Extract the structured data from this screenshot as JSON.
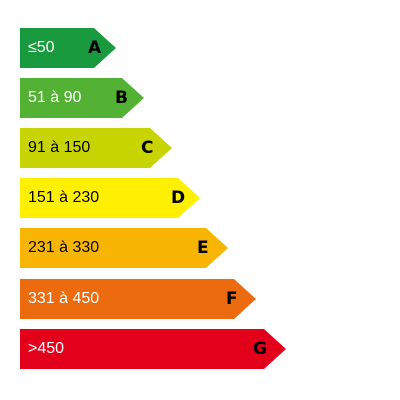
{
  "bands": [
    {
      "range": "≤50",
      "letter": "A",
      "color": "#1a9a3e",
      "text_color": "#ffffff"
    },
    {
      "range": "51 à 90",
      "letter": "B",
      "color": "#53b134",
      "text_color": "#ffffff"
    },
    {
      "range": "91 à 150",
      "letter": "C",
      "color": "#c7d400",
      "text_color": "#000000"
    },
    {
      "range": "151 à 230",
      "letter": "D",
      "color": "#ffef00",
      "text_color": "#000000"
    },
    {
      "range": "231 à 330",
      "letter": "E",
      "color": "#f7b400",
      "text_color": "#000000"
    },
    {
      "range": "331 à 450",
      "letter": "F",
      "color": "#ec6b0f",
      "text_color": "#ffffff"
    },
    {
      "range": ">450",
      "letter": "G",
      "color": "#e2001a",
      "text_color": "#ffffff"
    }
  ]
}
